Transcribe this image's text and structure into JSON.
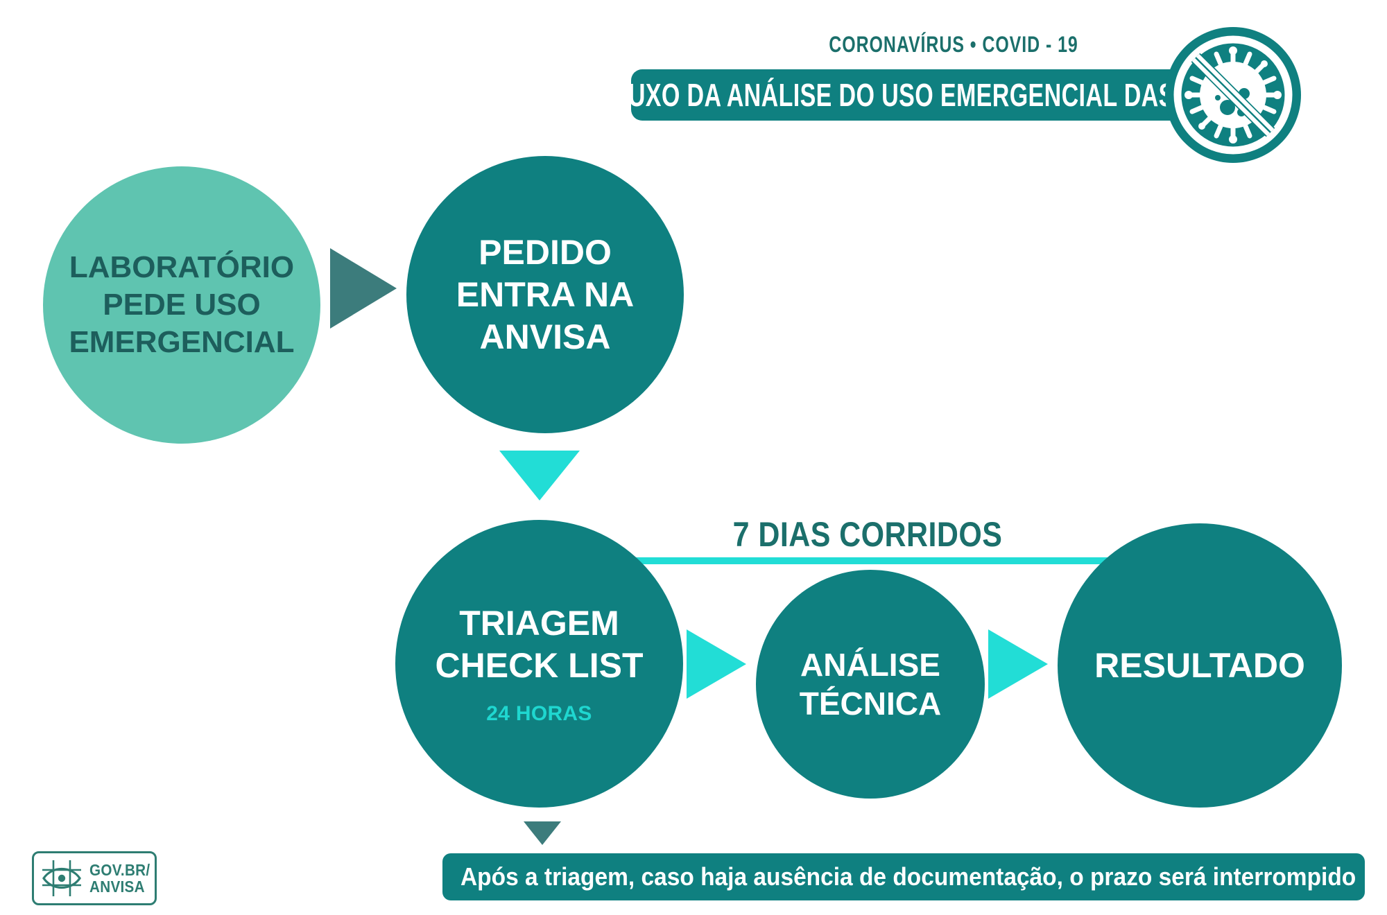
{
  "header": {
    "kicker": "CORONAVÍRUS • COVID - 19",
    "title": "FLUXO DA ANÁLISE DO USO EMERGENCIAL DAS VACINAS",
    "badge_icon": "virus-blocked-icon"
  },
  "flow": {
    "nodes": [
      {
        "id": "laboratorio",
        "label": "LABORATÓRIO\nPEDE USO\nEMERGENCIAL",
        "sub": "",
        "color": "#5FC4B0",
        "text_color": "#1D5E5C"
      },
      {
        "id": "pedido",
        "label": "PEDIDO\nENTRA NA\nANVISA",
        "sub": "",
        "color": "#0F8080",
        "text_color": "#FFFFFF"
      },
      {
        "id": "triagem",
        "label": "TRIAGEM\nCHECK LIST",
        "sub": "24 HORAS",
        "color": "#0F8080",
        "text_color": "#FFFFFF",
        "sub_color": "#1FD7D0"
      },
      {
        "id": "analise",
        "label": "ANÁLISE\nTÉCNICA",
        "sub": "",
        "color": "#0F8080",
        "text_color": "#FFFFFF"
      },
      {
        "id": "resultado",
        "label": "RESULTADO",
        "sub": "",
        "color": "#0F8080",
        "text_color": "#FFFFFF"
      }
    ],
    "timeline_label": "7 DIAS CORRIDOS",
    "timeline_color": "#22DDD6",
    "arrow_colors": {
      "muted": "#3C7C7C",
      "bright": "#22DDD6"
    }
  },
  "footnote": {
    "text": "Após a triagem, caso haja ausência de documentação, o prazo será interrompido"
  },
  "logo": {
    "text": "GOV.BR/\nANVISA",
    "icon": "anvisa-eye-grid-icon",
    "color": "#2E7D72"
  },
  "colors": {
    "teal_dark": "#0F8080",
    "teal_light": "#5FC4B0",
    "cyan": "#22DDD6",
    "text_dark": "#1B6F6B",
    "background": "#FFFFFF"
  }
}
